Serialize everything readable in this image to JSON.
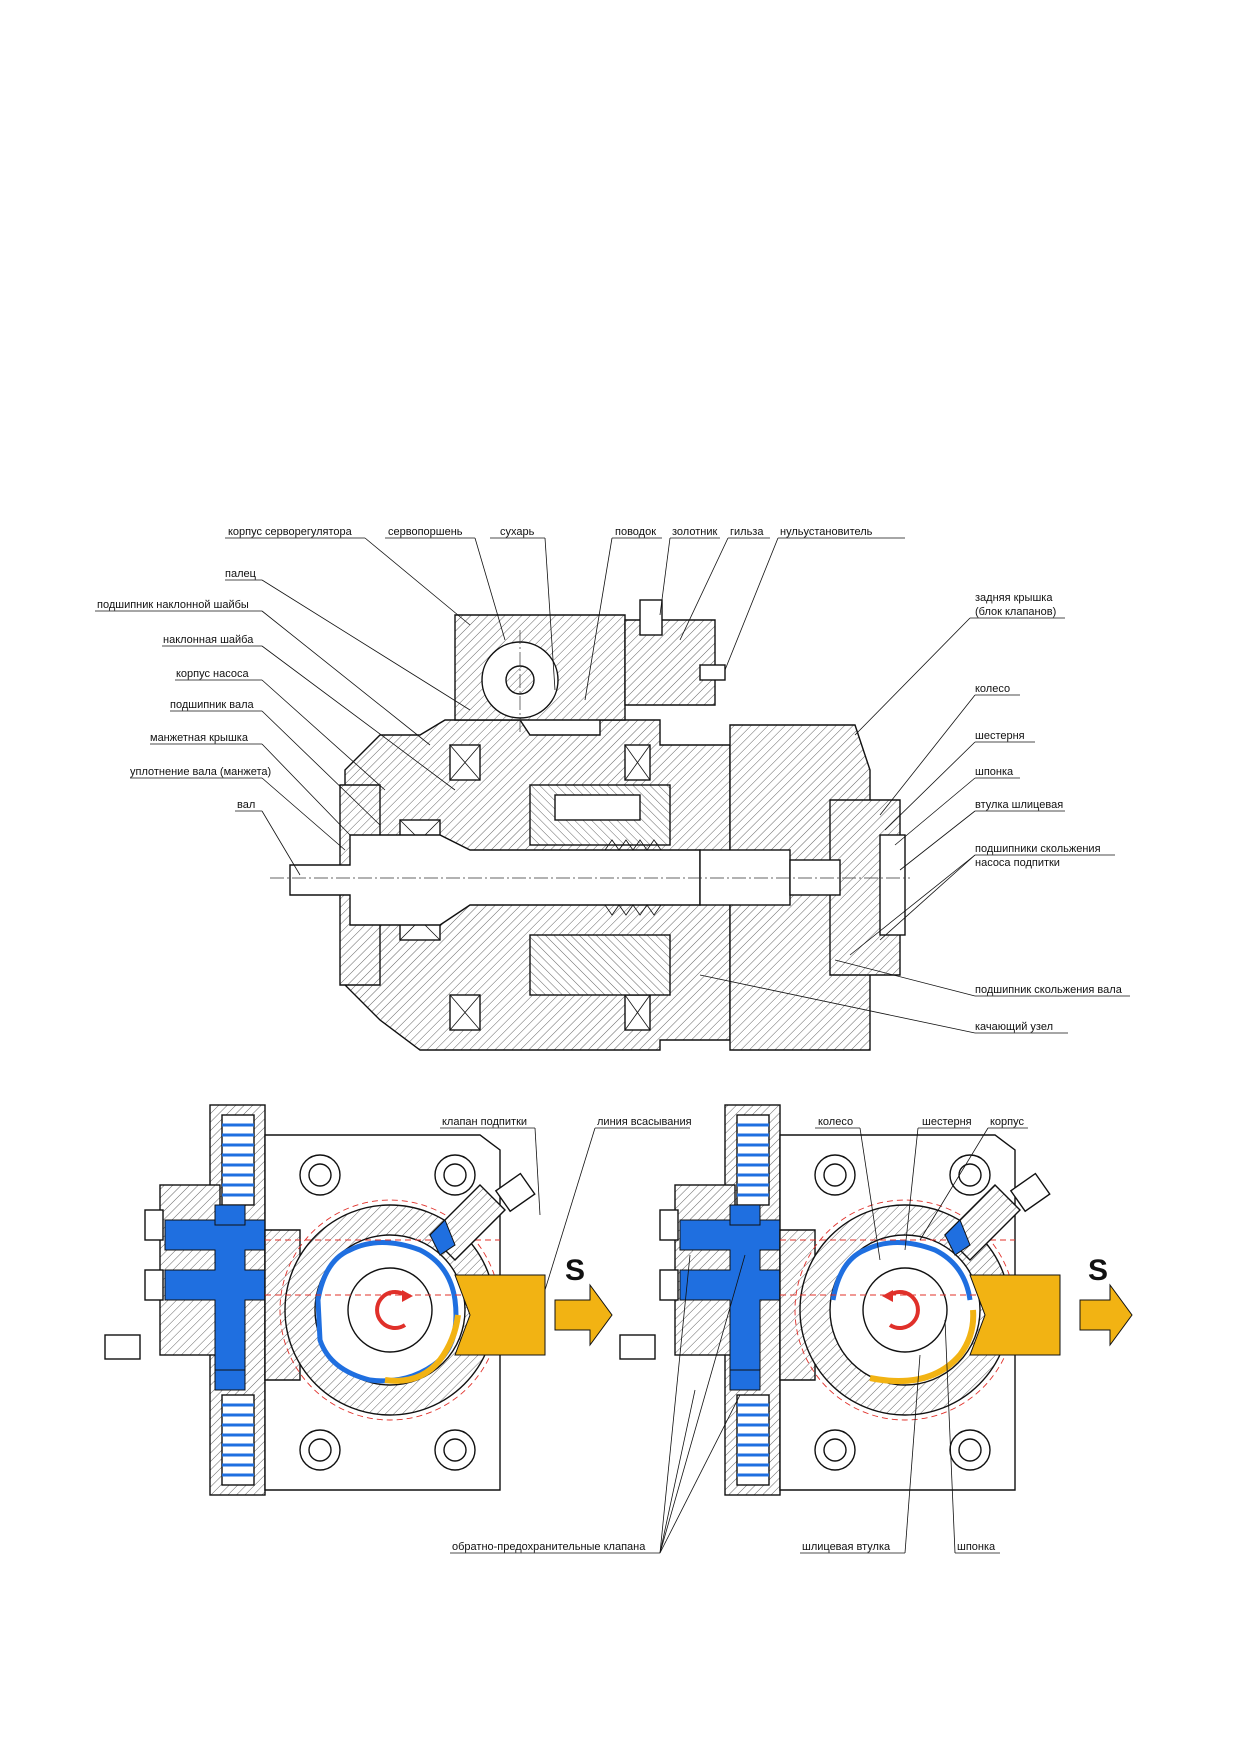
{
  "top_labels": {
    "korpus_servo": "корпус серворегулятора",
    "servoporshen": "сервопоршень",
    "suhar": "сухарь",
    "povodok": "поводок",
    "zolotnik": "золотник",
    "gilza": "гильза",
    "nulustanovitel": "нульустановитель",
    "palec": "палец",
    "podshipnik_naklonnoy": "подшипник наклонной шайбы",
    "naklonnaya_shayba": "наклонная шайба",
    "korpus_nasosa": "корпус насоса",
    "podshipnik_vala": "подшипник вала",
    "manzhetnaya_kryshka": "манжетная крышка",
    "uplotnenie_vala": "уплотнение вала (манжета)",
    "val": "вал",
    "zadnyaya_kryshka_1": "задняя крышка",
    "zadnyaya_kryshka_2": "(блок клапанов)",
    "koleso": "колесо",
    "shesternya": "шестерня",
    "shponka": "шпонка",
    "vtulka_shlicevaya": "втулка шлицевая",
    "podshipniki_skolzheniya_1": "подшипники скольжения",
    "podshipniki_skolzheniya_2": "насоса подпитки",
    "podshipnik_skolzheniya_vala": "подшипник скольжения вала",
    "kachayushiy_uzel": "качающий узел"
  },
  "bottom_labels": {
    "klapan_podpitki": "клапан подпитки",
    "liniya_vsasyvaniya": "линия всасывания",
    "koleso": "колесо",
    "shesternya": "шестерня",
    "korpus": "корпус",
    "obratno_predohranitelnye": "обратно-предохранительные клапана",
    "shlicevaya_vtulka": "шлицевая втулка",
    "shponka": "шпонка",
    "s_left": "S",
    "s_right": "S"
  },
  "colors": {
    "pressure": "#1f6fe0",
    "suction": "#f2b313",
    "rotation_arrow": "#e0302a"
  }
}
